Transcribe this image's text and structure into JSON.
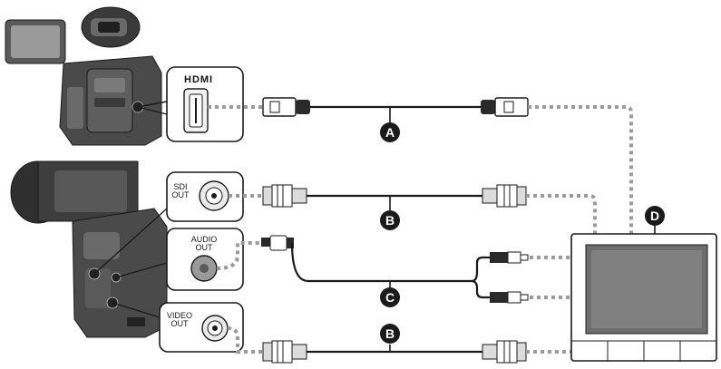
{
  "ports": {
    "hdmi_logo": "HDMI",
    "sdi_out": [
      "SDI",
      "OUT"
    ],
    "audio_out": [
      "AUDIO",
      "OUT"
    ],
    "video_out": [
      "VIDEO",
      "OUT"
    ]
  },
  "cables": {
    "hdmi_cable": "A",
    "sdi_cable": "B",
    "audio_video_cable": "C",
    "video_cable": "B",
    "monitor": "D"
  },
  "colors": {
    "line": "#1a1a1a",
    "dotted": "#9a9a9a",
    "body": "#4a4a4a",
    "body_dark": "#2a2a2a",
    "panel_bg": "#ffffff",
    "screen": "#6e6e6e"
  }
}
